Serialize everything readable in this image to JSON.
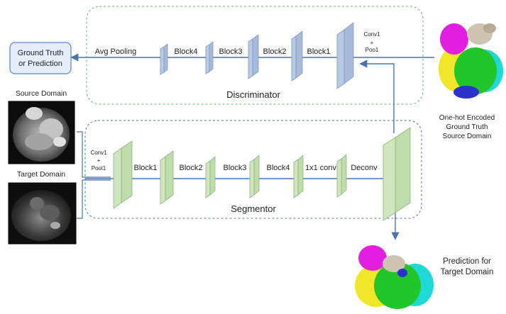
{
  "output_box": {
    "line1": "Ground Truth",
    "line2": "or Prediction"
  },
  "discriminator": {
    "title": "Discriminator",
    "avg_pooling": "Avg Pooling",
    "blocks": [
      "Block4",
      "Block3",
      "Block2",
      "Block1"
    ],
    "conv1_line1": "Conv1",
    "conv1_plus": "+",
    "conv1_line2": "Poo1"
  },
  "segmentor": {
    "title": "Segmentor",
    "conv1_line1": "Conv1",
    "conv1_plus": "+",
    "conv1_line2": "Pool1",
    "blocks": [
      "Block1",
      "Block2",
      "Block3",
      "Block4",
      "1x1 conv",
      "Deconv"
    ]
  },
  "source_domain": "Source Domain",
  "target_domain": "Target Domain",
  "ground_truth_caption": {
    "line1": "One-hot Encoded",
    "line2": "Ground Truth",
    "line3": "Source Domain"
  },
  "prediction_caption": {
    "line1": "Prediction for",
    "line2": "Target Domain"
  },
  "colors": {
    "discriminator_block": "#b9cbe3",
    "segmentor_block": "#cfe6bf",
    "arrow": "#4a74b0",
    "disc_border": "#5fb86a",
    "seg_border": "#5a6fa3"
  }
}
